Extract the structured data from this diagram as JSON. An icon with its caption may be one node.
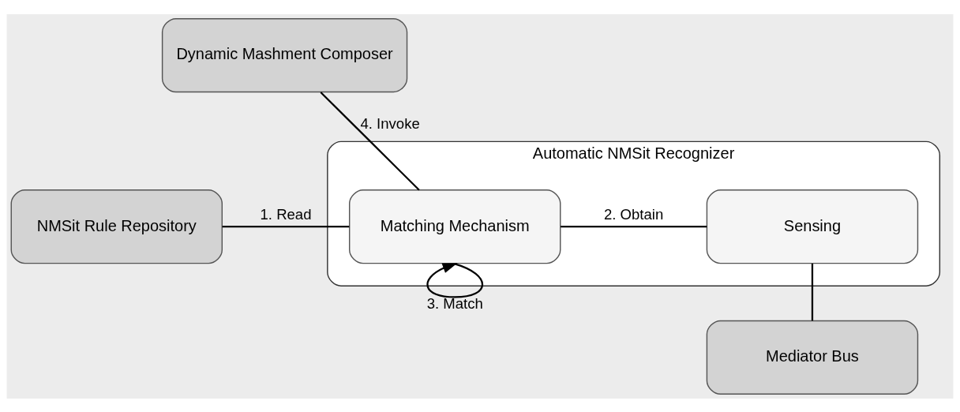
{
  "diagram": {
    "nodes": [
      {
        "text": [
          "Dynamic Mashment Composer"
        ]
      },
      {
        "text": [
          "Automatic NMSit Recognizer"
        ]
      },
      {
        "text": [
          "NMSit Rule Repository"
        ]
      },
      {
        "text": [
          "Matching Mechanism"
        ],
        "in": 1
      },
      {
        "text": [
          "Sensing"
        ],
        "in": 1
      },
      {
        "text": [
          "Mediator Bus"
        ]
      }
    ],
    "edges": [
      {
        "from": 2,
        "to": 3,
        "arrow": "none",
        "label": "1. Read"
      },
      {
        "from": 3,
        "to": 4,
        "arrow": "none",
        "label": "2. Obtain"
      },
      {
        "from": 3,
        "to": 3,
        "arrow": "to",
        "label": "3. Match"
      },
      {
        "from": 0,
        "to": 3,
        "arrow": "none",
        "label": "4. Invoke"
      },
      {
        "from": 4,
        "to": 5,
        "arrow": "none"
      }
    ]
  }
}
